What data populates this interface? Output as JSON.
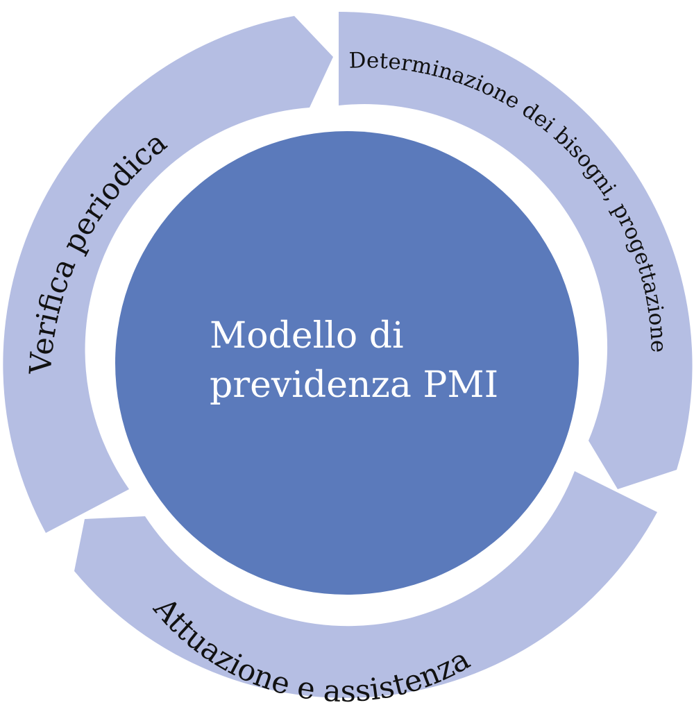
{
  "diagram": {
    "center": {
      "line1": "Modello di",
      "line2": "previdenza PMI"
    },
    "segments": [
      {
        "label": "Determinazione dei bisogni, progettazione"
      },
      {
        "label": "Attuazione e assistenza"
      },
      {
        "label": "Verifica periodica"
      }
    ]
  },
  "colors": {
    "segment_fill": "#b5bee3",
    "center_fill": "#5b7abb",
    "center_text": "#ffffff",
    "segment_text": "#111111",
    "background": "#ffffff"
  }
}
